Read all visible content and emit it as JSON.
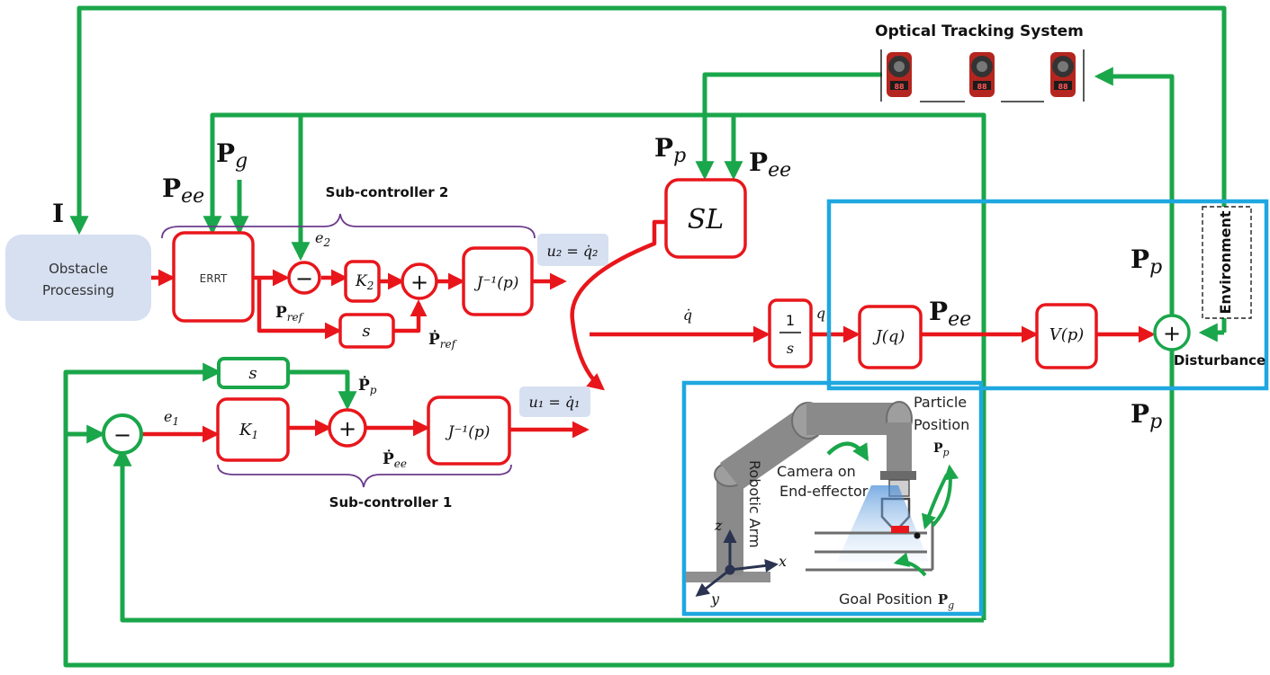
{
  "title": "Optical Tracking System",
  "inputs": {
    "image": "I",
    "p_ee_errt": "P",
    "p_ee_errt_sub": "ee",
    "p_g": "P",
    "p_g_sub": "g",
    "p_p_sl": "P",
    "p_p_sl_sub": "p",
    "p_ee_sl": "P",
    "p_ee_sl_sub": "ee",
    "p_p_right": "P",
    "p_p_right_sub": "p",
    "p_p_lower": "P",
    "p_p_lower_sub": "p"
  },
  "blocks": {
    "obstacle_line1": "Obstacle",
    "obstacle_line2": "Processing",
    "errt": "ERRT",
    "k2": "K",
    "k2_sub": "2",
    "s_top": "s",
    "jinv_top": "J⁻¹(p)",
    "sl": "SL",
    "integrator_num": "1",
    "integrator_den": "s",
    "jq": "J(q)",
    "vp": "V(p)",
    "environment": "Environment",
    "s_bottom": "s",
    "k1": "K",
    "k1_sub": "1",
    "jinv_bottom": "J⁻¹(p)",
    "plus": "+",
    "minus": "−"
  },
  "signals": {
    "u2": "u₂ = q̇₂",
    "u1": "u₁ = q̇₁",
    "e2": "e",
    "e2_sub": "2",
    "e1": "e",
    "e1_sub": "1",
    "pref": "P",
    "pref_sub": "ref",
    "pref_dot": "Ṗ",
    "pref_dot_sub": "ref",
    "pp_dot": "Ṗ",
    "pp_dot_sub": "p",
    "pee_dot": "Ṗ",
    "pee_dot_sub": "ee",
    "qdot": "q̇",
    "q": "q",
    "p_ee_mid": "P",
    "p_ee_mid_sub": "ee",
    "disturbance": "Disturbance"
  },
  "groups": {
    "sub2": "Sub-controller 2",
    "sub1": "Sub-controller 1"
  },
  "inset": {
    "particle_line1": "Particle",
    "particle_line2": "Position",
    "particle_sym": "P",
    "particle_sub": "p",
    "camera_line1": "Camera on",
    "camera_line2": "End-effector",
    "robotic_arm": "Robotic Arm",
    "goal": "Goal Position",
    "goal_sym": "P",
    "goal_sub": "g",
    "axis_z": "z",
    "axis_x": "x",
    "axis_y": "y",
    "camera_display": "88"
  },
  "colors": {
    "red": "#e8161b",
    "green": "#1aa64a",
    "blue": "#1ea7e0",
    "purple": "#6b3b8c",
    "box_fill": "#d6e0f1"
  }
}
